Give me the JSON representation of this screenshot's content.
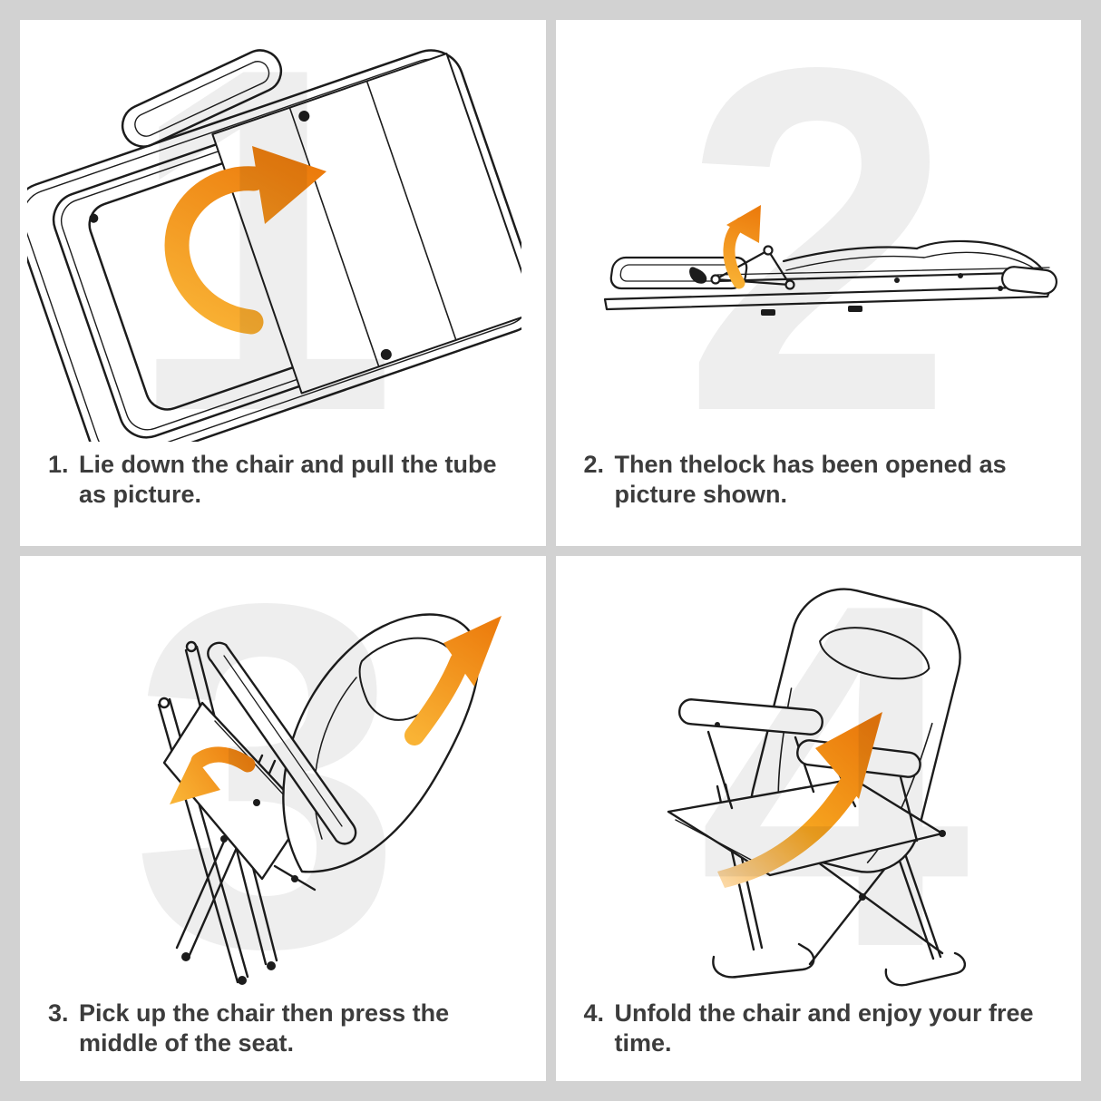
{
  "poster": {
    "type": "4-step folding chair instruction sheet",
    "frame_color": "#d2d2d2",
    "panel_background": "#ffffff",
    "caption_color": "#3c3c3c",
    "watermark_color": "#eeeeee",
    "line_art_color": "#1c1c1c",
    "arrow_gradient": {
      "light": "#f9b335",
      "mid": "#f59c1a",
      "dark": "#ec7b0c"
    }
  },
  "steps": [
    {
      "watermark": "1",
      "number_label": "1.",
      "caption": "Lie down the chair and pull the tube as picture.",
      "illustration": "folded-chair-lying-flat-top-view",
      "arrows": [
        "curved-pull-arrow"
      ]
    },
    {
      "watermark": "2",
      "number_label": "2.",
      "caption": "Then thelock has been opened as picture shown.",
      "illustration": "folded-chair-flat-side-view",
      "arrows": [
        "lock-open-up-arrow"
      ]
    },
    {
      "watermark": "3",
      "number_label": "3.",
      "caption": "Pick up the chair then press the middle of the seat.",
      "illustration": "half-unfolded-chair",
      "arrows": [
        "lift-up-arrow",
        "press-down-arrow"
      ]
    },
    {
      "watermark": "4",
      "number_label": "4.",
      "caption": "Unfold the chair and enjoy your free time.",
      "illustration": "unfolded-chair",
      "arrows": [
        "unfold-swoosh-arrow"
      ]
    }
  ]
}
